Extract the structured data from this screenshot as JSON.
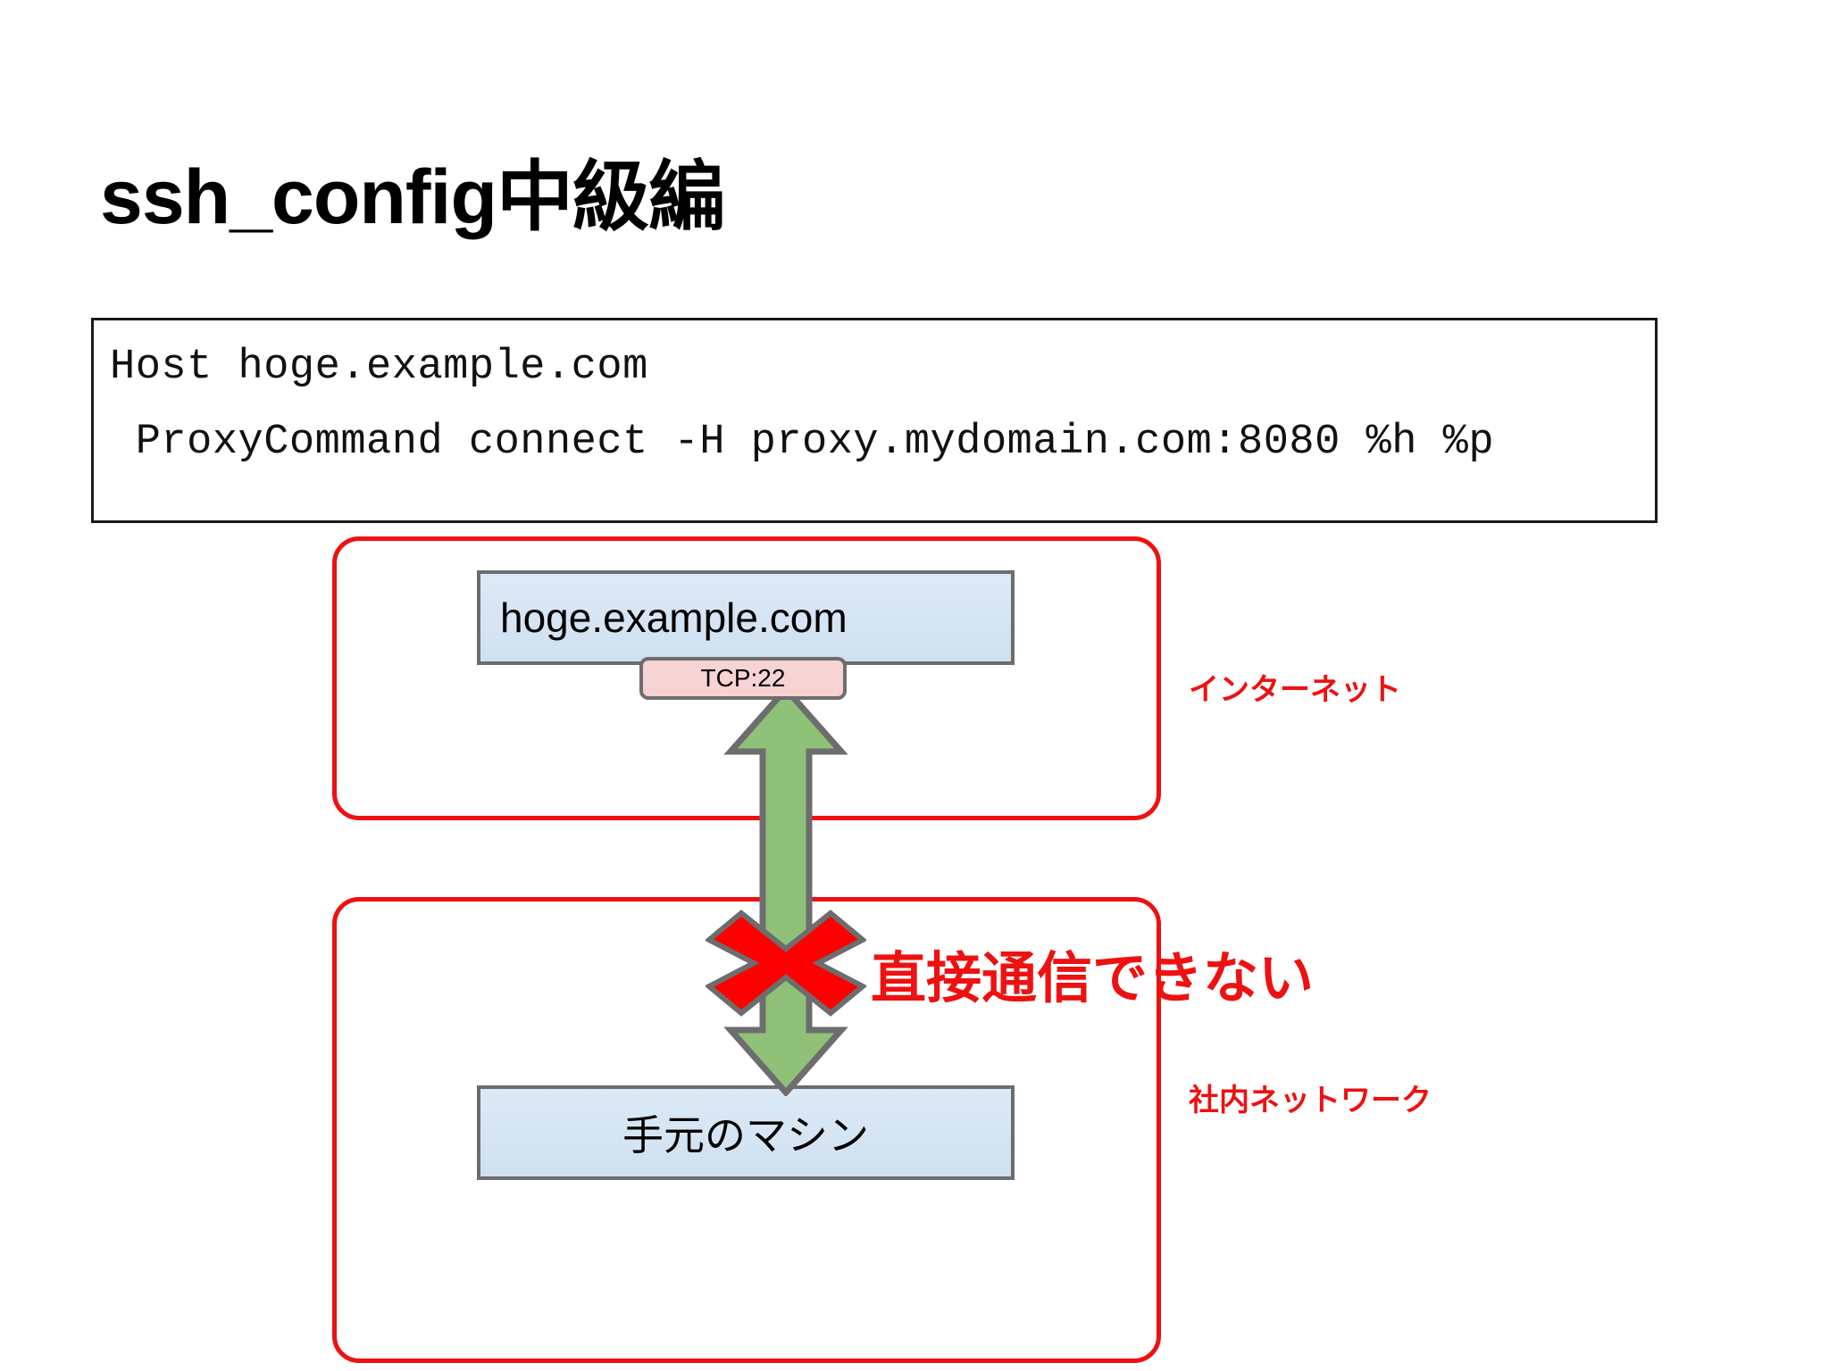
{
  "slide": {
    "title": "ssh_config中級編"
  },
  "code_block": {
    "lines": [
      "Host hoge.example.com",
      " ProxyCommand connect -H proxy.mydomain.com:8080 %h %p"
    ]
  },
  "diagram": {
    "zones": [
      {
        "name": "internet",
        "label": "インターネット"
      },
      {
        "name": "intranet",
        "label": "社内ネットワーク"
      }
    ],
    "nodes": [
      {
        "name": "remote-host",
        "label": "hoge.example.com"
      },
      {
        "name": "local-machine",
        "label": "手元のマシン"
      }
    ],
    "port_badge": {
      "label": "TCP:22"
    },
    "warning": {
      "label": "直接通信できない"
    },
    "icons": {
      "block": "cross-icon",
      "connection": "double-arrow-icon"
    },
    "colors": {
      "zone_border": "#ee1111",
      "warning_text": "#ee1111",
      "node_fill": "#d6e4f2",
      "node_border": "#6d6d6d",
      "arrow_fill": "#8fc178",
      "arrow_border": "#6d6d6d",
      "badge_fill": "#f7d3d3",
      "block_fill": "#ff0000",
      "code_border": "#1a1a1a"
    }
  }
}
